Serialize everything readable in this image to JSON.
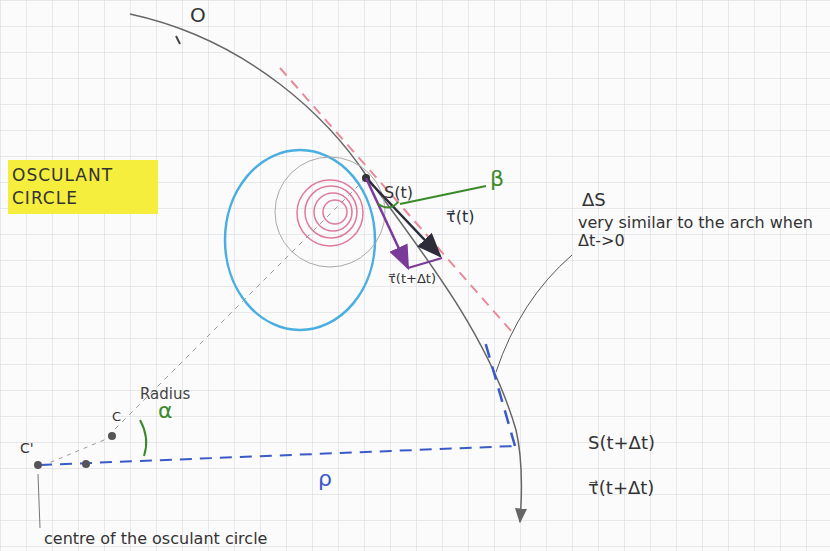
{
  "diagram": {
    "nodes": [
      {
        "text": [
          "OSCULANT CIRCLE"
        ]
      }
    ],
    "labels": [
      "O",
      "S(t)",
      "β",
      "τ⃗(t)",
      "ΔS",
      "very similar to the arch when Δt->0",
      "τ⃗(t+Δt)",
      "Radius",
      "α",
      "ρ",
      "S(t+Δt)",
      "τ⃗(t+Δt)",
      "C",
      "C'",
      "centre of the osculant circle"
    ]
  }
}
